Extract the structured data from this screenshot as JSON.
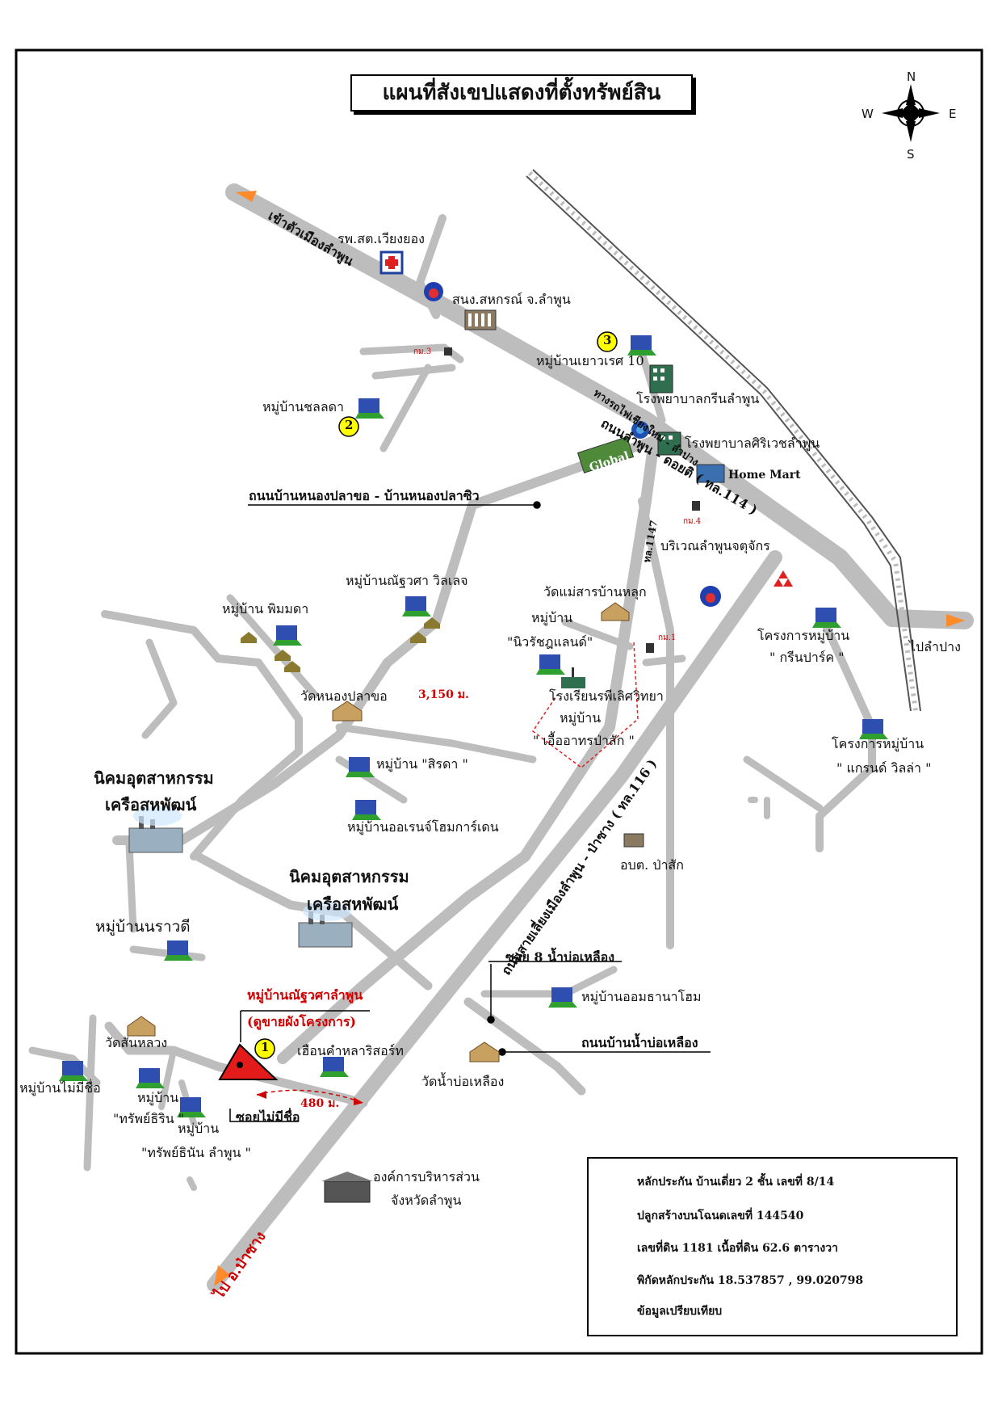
{
  "title": "แผนที่สังเขปแสดงที่ตั้งทรัพย์สิน",
  "compass": {
    "n": "N",
    "s": "S",
    "e": "E",
    "w": "W"
  },
  "colors": {
    "road": "#bdbdbd",
    "border": "#000000",
    "subject": "#e41b1b",
    "marker": "#ffff00",
    "accent_red": "#d00000"
  },
  "labels": {
    "to_city": "เข้าตัวเมืองลำพูน",
    "hospital_ws": "รพ.สต.เวียงยอง",
    "coop": "สนง.สหกรณ์ จ.ลำพูน",
    "km3": "กม.3",
    "village10": "หมู่บ้านเยาวเรศ 10",
    "railway": "ทางรถไฟเชียงใหม่ - ลำปาง",
    "hosp_green": "โรงพยาบาลกรีนลำพูน",
    "village_chol": "หมู่บ้านชลลดา",
    "global": "Global",
    "hosp_sriwi": "โรงพยาบาลศิริเวชลำพูน",
    "homemart": "Home Mart",
    "rd_nongpla": "ถนนบ้านหนองปลาขอ - บ้านหนองปลาซิว",
    "rd_lamphun_doisaket": "ถนนลำพูน - ดอยติ ( ทล.114 )",
    "km4": "กม.4",
    "area_jakkri": "บริเวณลำพูนจตุจักร",
    "village_rujira": "หมู่บ้านณัฐวศา วิลเลจ",
    "village_pimmada": "หมู่บ้าน พิมมดา",
    "wat_maesan": "วัดแม่สารบ้านหลุก",
    "village_niwat_1": "หมู่บ้าน",
    "village_niwat_2": "\"นิวรัชฎแลนด์\"",
    "km1": "กม.1",
    "rd_1147": "ทล.1147",
    "to_lampang": "ไปลำปาง",
    "project_green_1": "โครงการหมู่บ้าน",
    "project_green_2": "\" กรีนปาร์ค \"",
    "wat_nongpla": "วัดหนองปลาขอ",
    "dist_3150": "3,150 ม.",
    "school": "โรงเรียนรพีเลิศวิทยา",
    "village_uea_1": "หมู่บ้าน",
    "village_uea_2": "\" เอื้ออาทรป่าสัก \"",
    "village_sirada": "หมู่บ้าน \"สิรดา \"",
    "project_grand_1": "โครงการหมู่บ้าน",
    "project_grand_2": "\" แกรนด์ วิลล่า \"",
    "ind_1_1": "นิคมอุตสาหกรรม",
    "ind_1_2": "เครือสหพัฒน์",
    "village_orange": "หมู่บ้านออเรนจ์โฮมการ์เดน",
    "obt_pasak": "อบต. ป่าสัก",
    "ind_2_1": "นิคมอุตสาหกรรม",
    "ind_2_2": "เครือสหพัฒน์",
    "rd_lamphun_pasang": "ถนนสายเลี่ยงเมืองลำพูน - ป่าซาง ( ทล.116 )",
    "village_narawadee": "หมู่บ้านนราวดี",
    "soi8": "ซอย 8 น้ำบ่อเหลือง",
    "village_om": "หมู่บ้านออมธานาโฮม",
    "subject_village": "หมู่บ้านณัฐวศาลำพูน",
    "subject_note": "(ดูขายผังโครงการ)",
    "wat_sanluang": "วัดสันหลวง",
    "resort": "เฮือนคำหลาริสอร์ท",
    "rd_nambor": "ถนนบ้านน้ำบ่อเหลือง",
    "wat_nambor": "วัดน้ำบ่อเหลือง",
    "village_mai_mi_chue": "หมู่บ้านไม่มีชื่อ",
    "village_sap_1": "หมู่บ้าน",
    "village_sap_2": "\"ทรัพย์ธิริน \"",
    "village_sap_3": "หมู่บ้าน",
    "village_sap_4": "\"ทรัพย์ธินัน ลำพูน \"",
    "dist_480": "480 ม.",
    "soi_no_name": "ซอยไม่มีชื่อ",
    "pao_1": "องค์การบริหารส่วน",
    "pao_2": "จังหวัดลำพูน",
    "to_pasang": "ไป อ.ป่าซาง",
    "marker_1": "1",
    "marker_2": "2",
    "marker_3": "3"
  },
  "legend": {
    "line1": "หลักประกัน  บ้านเดี่ยว 2 ชั้น  เลขที่  8/14",
    "line2": "ปลูกสร้างบนโฉนดเลขที่  144540",
    "line3": "เลขที่ดิน  1181  เนื้อที่ดิน  62.6  ตารางวา",
    "line4": "พิกัดหลักประกัน  18.537857 , 99.020798",
    "line5": "ข้อมูลเปรียบเทียบ"
  }
}
